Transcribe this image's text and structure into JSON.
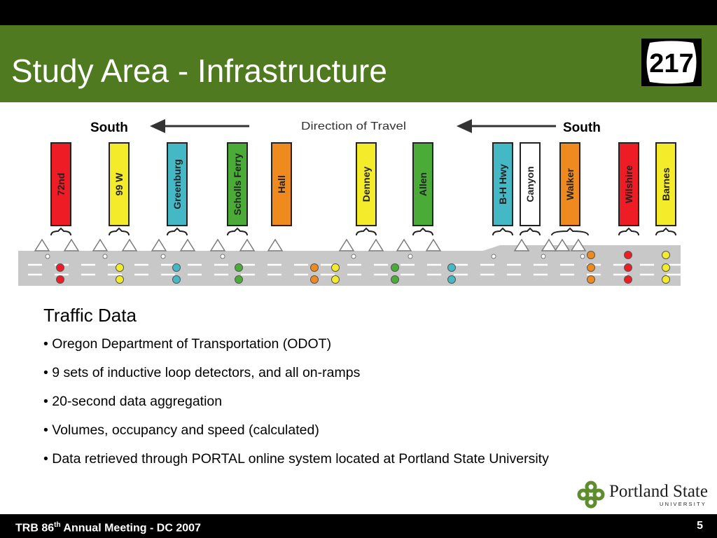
{
  "slide": {
    "title": "Study Area - Infrastructure",
    "shield_number": "217",
    "page_number": "5"
  },
  "diagram": {
    "left_direction_label": "South",
    "right_direction_label": "South",
    "direction_text": "Direction of Travel",
    "stations": [
      {
        "name": "72nd",
        "color": "#ee1c25"
      },
      {
        "name": "99 W",
        "color": "#f4ec2a"
      },
      {
        "name": "Greenburg",
        "color": "#45b8c6"
      },
      {
        "name": "Scholls Ferry",
        "color": "#4aac36"
      },
      {
        "name": "Hall",
        "color": "#ef8a1e"
      },
      {
        "name": "Denney",
        "color": "#f4ec2a"
      },
      {
        "name": "Allen",
        "color": "#4aac36"
      },
      {
        "name": "B-H Hwy",
        "color": "#45b8c6"
      },
      {
        "name": "Canyon",
        "color": "#ffffff"
      },
      {
        "name": "Walker",
        "color": "#ef8a1e"
      },
      {
        "name": "Wilshire",
        "color": "#ee1c25"
      },
      {
        "name": "Barnes",
        "color": "#f4ec2a"
      }
    ]
  },
  "traffic": {
    "heading": "Traffic Data",
    "bullets": [
      "• Oregon Department of Transportation (ODOT)",
      "• 9 sets of inductive loop detectors, and all on-ramps",
      "• 20-second data aggregation",
      "• Volumes, occupancy and speed (calculated)",
      "• Data retrieved through PORTAL online system located at Portland State University"
    ]
  },
  "footer": {
    "prefix": "TRB 86",
    "superscript": "th",
    "suffix": " Annual Meeting - DC 2007"
  },
  "logo": {
    "name": "Portland State",
    "subtitle": "UNIVERSITY"
  }
}
